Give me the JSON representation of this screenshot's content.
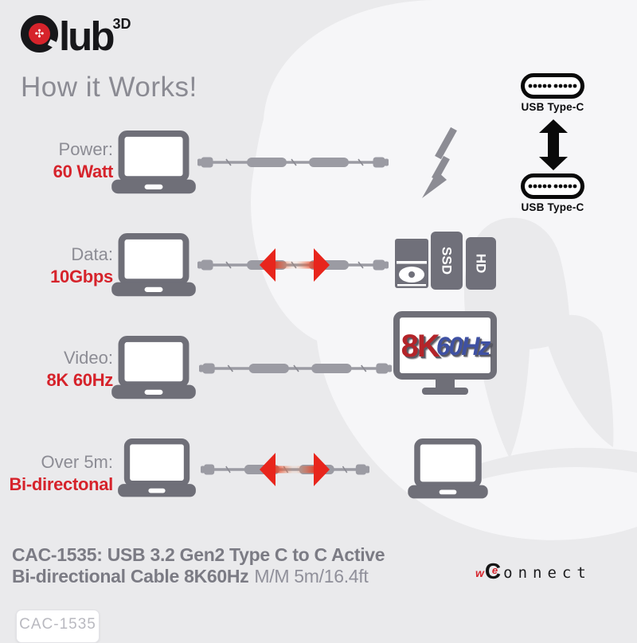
{
  "brand": {
    "name": "lub",
    "sup": "3D",
    "clover": "✣"
  },
  "title": "How it Works!",
  "rows": [
    {
      "label": "Power:",
      "value": "60 Watt"
    },
    {
      "label": "Data:",
      "value": "10Gbps"
    },
    {
      "label": "Video:",
      "value": "8K 60Hz"
    },
    {
      "label": "Over 5m:",
      "value": "Bi-directonal"
    }
  ],
  "connectors": {
    "top_label": "USB Type-C",
    "bottom_label": "USB Type-C"
  },
  "storage": {
    "ssd": "SSD",
    "hd": "HD"
  },
  "monitor": {
    "resolution": "8K",
    "refresh": "60Hz"
  },
  "footer": {
    "line1": "CAC-1535: USB 3.2 Gen2 Type C to C Active",
    "line2_bold": "Bi-directional Cable 8K60Hz",
    "line2_regular": "M/M 5m/16.4ft",
    "sku": "CAC-1535"
  },
  "brand_footer": {
    "w": "w",
    "c": "C",
    "e": "e",
    "rest": "onnect"
  },
  "colors": {
    "background": "#eaeaec",
    "claw_white": "#f6f6f8",
    "brand_red": "#d6232b",
    "arrow_red": "#e8251c",
    "device_gray": "#6f6f78",
    "cable_gray": "#9b9ba3",
    "text_gray": "#8c8c94",
    "video_blue": "#3f51a3",
    "connector_black": "#0a0a0a"
  }
}
